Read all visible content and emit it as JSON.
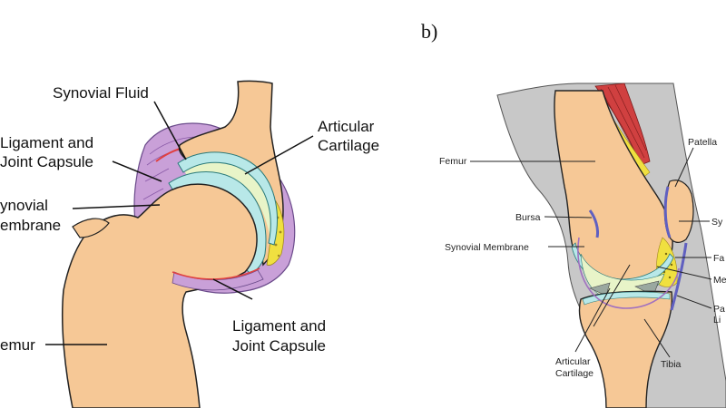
{
  "panel_b_tag": "b)",
  "panel_a": {
    "labels": {
      "synovial_fluid": "Synovial Fluid",
      "ligament_capsule_top_1": "Ligament and",
      "ligament_capsule_top_2": "Joint Capsule",
      "synovial_membrane_1": "ynovial",
      "synovial_membrane_2": "embrane",
      "articular_cartilage_1": "Articular",
      "articular_cartilage_2": "Cartilage",
      "femur": "emur",
      "ligament_capsule_bottom_1": "Ligament and",
      "ligament_capsule_bottom_2": "Joint Capsule"
    }
  },
  "panel_b": {
    "labels": {
      "femur": "Femur",
      "patella": "Patella",
      "bursa": "Bursa",
      "synovial_membrane": "Synovial Membrane",
      "sy": "Sy",
      "fa": "Fa",
      "me": "Me",
      "pa_1": "Pa",
      "pa_2": "Li",
      "tibia": "Tibia",
      "articular_1": "Articular",
      "articular_2": "Cartilage"
    }
  },
  "colors": {
    "bone": "#f6c896",
    "bone_outline": "#222222",
    "cartilage": "#b8e8e8",
    "capsule": "#c9a0d8",
    "synovial": "#e8f4c8",
    "fat": "#f0e040",
    "muscle": "#d04040",
    "soft_tissue": "#c8c8c8",
    "membrane_red": "#e04040",
    "blue": "#6060c0"
  }
}
